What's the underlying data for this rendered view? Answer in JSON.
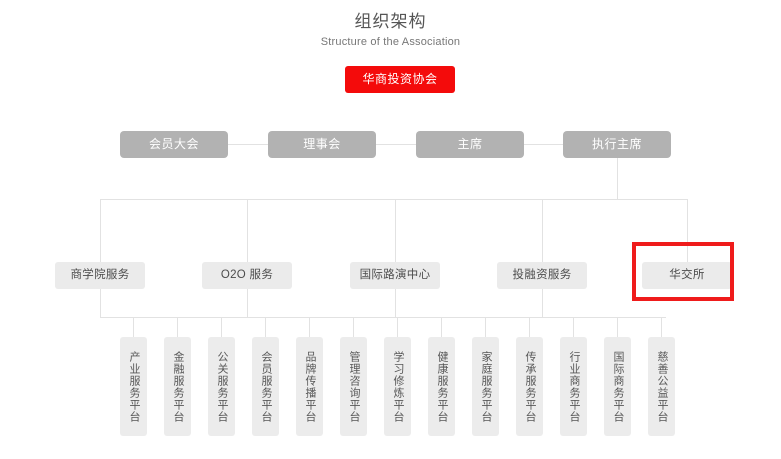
{
  "header": {
    "title": "组织架构",
    "subtitle": "Structure of the Association"
  },
  "colors": {
    "root_red": "#f40b0b",
    "highlight_red": "#ef1b1b",
    "level2_gray": "#b2b2b2",
    "level3_gray": "#ebebeb",
    "level4_gray": "#ececec",
    "line_gray": "#e2e2e2"
  },
  "org": {
    "root": {
      "label": "华商投资协会"
    },
    "level2": [
      {
        "label": "会员大会"
      },
      {
        "label": "理事会"
      },
      {
        "label": "主席"
      },
      {
        "label": "执行主席"
      }
    ],
    "level3": [
      {
        "label": "商学院服务"
      },
      {
        "label": "O2O 服务"
      },
      {
        "label": "国际路演中心"
      },
      {
        "label": "投融资服务"
      },
      {
        "label": "华交所",
        "highlighted": true
      }
    ],
    "level4": [
      {
        "label": "产业服务平台"
      },
      {
        "label": "金融服务平台"
      },
      {
        "label": "公关服务平台"
      },
      {
        "label": "会员服务平台"
      },
      {
        "label": "品牌传播平台"
      },
      {
        "label": "管理咨询平台"
      },
      {
        "label": "学习修炼平台"
      },
      {
        "label": "健康服务平台"
      },
      {
        "label": "家庭服务平台"
      },
      {
        "label": "传承服务平台"
      },
      {
        "label": "行业商务平台"
      },
      {
        "label": "国际商务平台"
      },
      {
        "label": "慈善公益平台"
      }
    ]
  }
}
